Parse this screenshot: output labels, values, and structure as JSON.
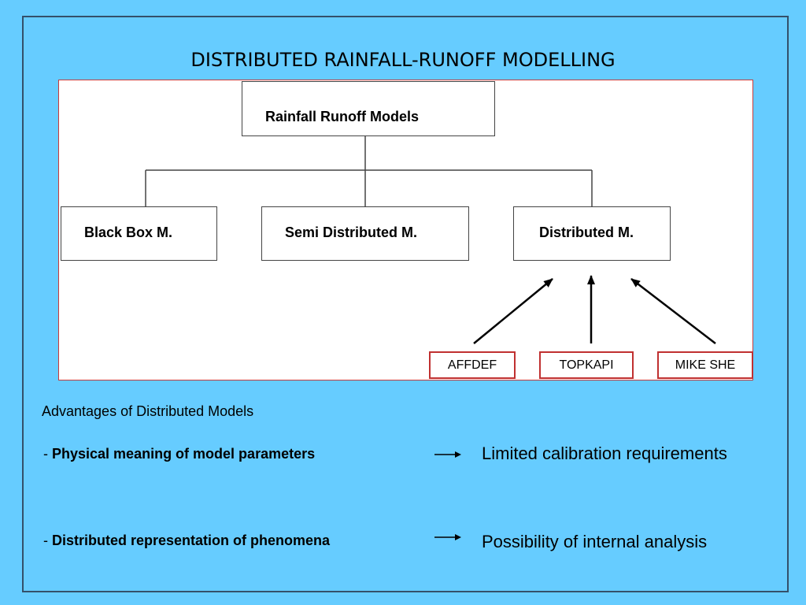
{
  "slide": {
    "title": "DISTRIBUTED RAINFALL-RUNOFF MODELLING"
  },
  "diagram": {
    "root": "Rainfall Runoff Models",
    "children": [
      "Black Box M.",
      "Semi Distributed M.",
      "Distributed M."
    ],
    "examples": [
      "AFFDEF",
      "TOPKAPI",
      "MIKE SHE"
    ]
  },
  "advantages": {
    "heading": "Advantages of Distributed Models",
    "items": [
      {
        "prefix": "- ",
        "cause": "Physical meaning of model parameters",
        "effect": "Limited calibration requirements"
      },
      {
        "prefix": "- ",
        "cause": "Distributed representation of phenomena",
        "effect": "Possibility of internal analysis"
      }
    ]
  },
  "colors": {
    "background": "#66ccff",
    "frame": "#34506a",
    "diagram_border": "#c83a3a"
  }
}
